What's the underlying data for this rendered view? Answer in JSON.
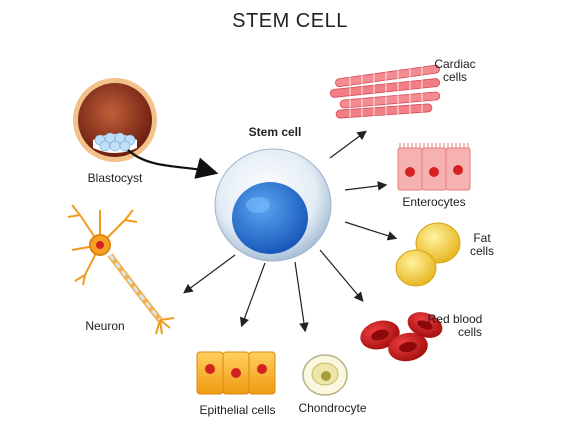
{
  "title": "STEM CELL",
  "center_label": "Stem cell",
  "labels": {
    "blastocyst": "Blastocyst",
    "cardiac": [
      "Cardiac",
      "cells"
    ],
    "enterocytes": "Enterocytes",
    "fat": [
      "Fat",
      "cells"
    ],
    "red_blood": [
      "Red blood",
      "cells"
    ],
    "chondrocyte": "Chondrocyte",
    "epithelial": "Epithelial cells",
    "neuron": "Neuron"
  },
  "colors": {
    "stem_cell_body": "#dfe9f3",
    "stem_cell_nucleus": "#1f6fd0",
    "blastocyst": "#8a2d1a",
    "cardiac": "#f07b82",
    "enterocyte": "#f6b5b3",
    "fat": "#f3cf3c",
    "red_blood": "#c81515",
    "chondrocyte": "#f3f0c8",
    "epithelial": "#f5b22e",
    "neuron": "#f7a225"
  }
}
